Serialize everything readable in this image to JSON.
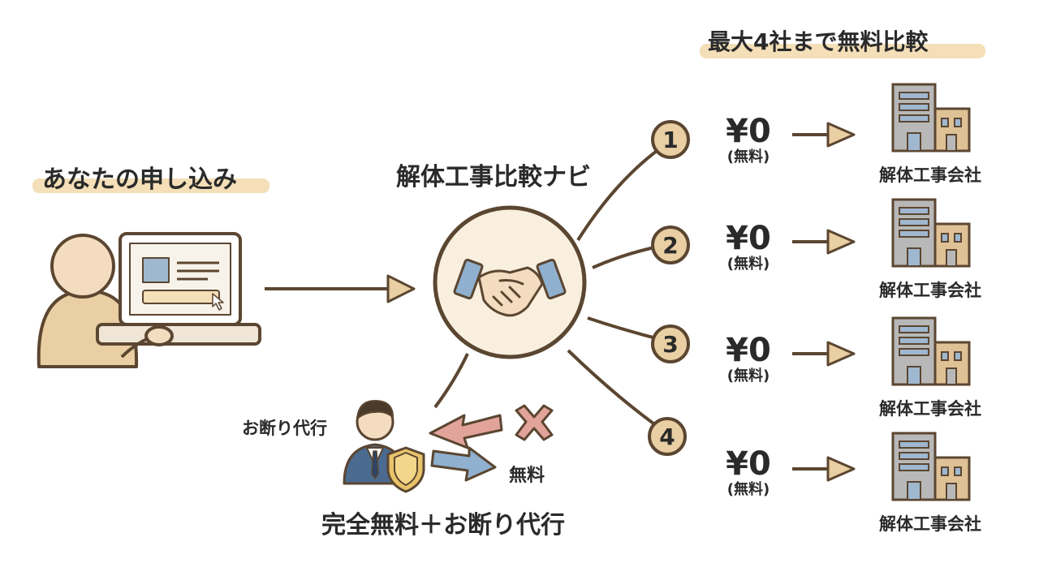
{
  "titles": {
    "apply": "あなたの申し込み",
    "navi": "解体工事比較ナビ",
    "compare": "最大4社まで無料比較",
    "bottom": "完全無料＋お断り代行"
  },
  "refusal": {
    "label": "お断り代行",
    "free_label": "無料"
  },
  "companies": [
    {
      "number": "1",
      "price": "¥0",
      "note": "(無料)",
      "name": "解体工事会社"
    },
    {
      "number": "2",
      "price": "¥0",
      "note": "(無料)",
      "name": "解体工事会社"
    },
    {
      "number": "3",
      "price": "¥0",
      "note": "(無料)",
      "name": "解体工事会社"
    },
    {
      "number": "4",
      "price": "¥0",
      "note": "(無料)",
      "name": "解体工事会社"
    }
  ],
  "colors": {
    "tan": "#e9cfa3",
    "line": "#5b4631",
    "circle_fill": "#f9efdf",
    "highlight": "#f4dfb8",
    "building_gray": "#b8b8b8",
    "building_tan": "#dfc196",
    "window_blue": "#9fb7cf",
    "arrow_red": "#e2a39b",
    "arrow_blue": "#8fb0cf"
  }
}
